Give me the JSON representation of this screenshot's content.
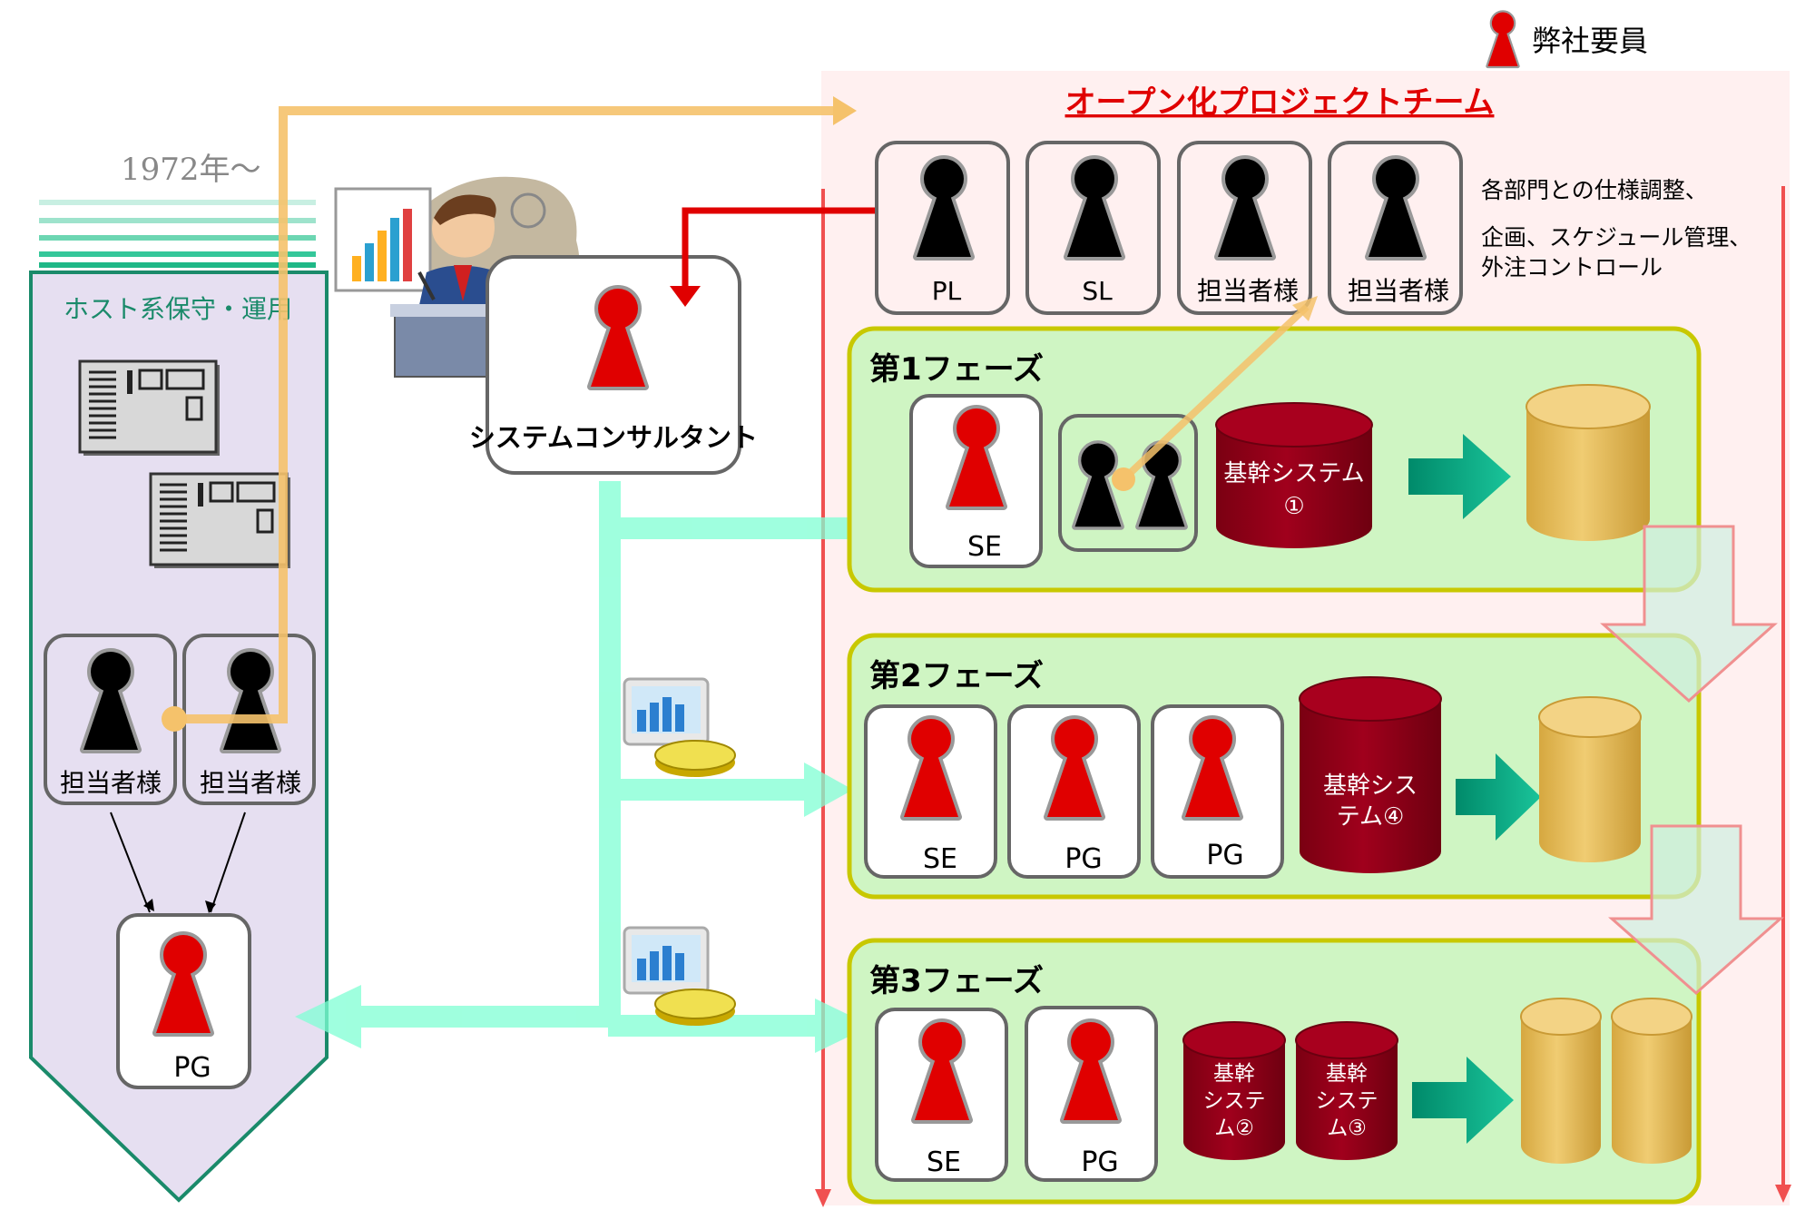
{
  "legend": {
    "label": "弊社要員",
    "icon": "person-icon",
    "color": "#e00000"
  },
  "host": {
    "since": "1972年～",
    "title": "ホスト系保守・運用",
    "person1": "担当者様",
    "person2": "担当者様",
    "pg": "PG"
  },
  "consultant": {
    "label": "システムコンサルタント"
  },
  "team": {
    "title": "オープン化プロジェクトチーム",
    "members": [
      "PL",
      "SL",
      "担当者様",
      "担当者様"
    ],
    "note": [
      "各部門との仕様調整、",
      "企画、スケジュール管理、",
      "外注コントロール"
    ]
  },
  "phase1": {
    "title": "第1フェーズ",
    "se": "SE",
    "db_line1": "基幹システム",
    "db_line2": "①"
  },
  "phase2": {
    "title": "第2フェーズ",
    "roles": [
      "SE",
      "PG",
      "PG"
    ],
    "db_line1": "基幹シス",
    "db_line2": "テム④"
  },
  "phase3": {
    "title": "第3フェーズ",
    "roles": [
      "SE",
      "PG"
    ],
    "db_a": [
      "基幹",
      "システ",
      "ム②"
    ],
    "db_b": [
      "基幹",
      "システ",
      "ム③"
    ]
  },
  "colors": {
    "accent_red": "#e00000",
    "black": "#000000",
    "teal_arrow": "#7fffd4",
    "orange_line": "#f5c26b",
    "team_bg": "#fff0f0",
    "phase_bg": "#cff5c3",
    "phase_border": "#c8c800",
    "db_red": "#8b0016",
    "db_gold": "#e8c060",
    "host_bg": "#e6dff1",
    "host_border": "#1a8a6a"
  }
}
